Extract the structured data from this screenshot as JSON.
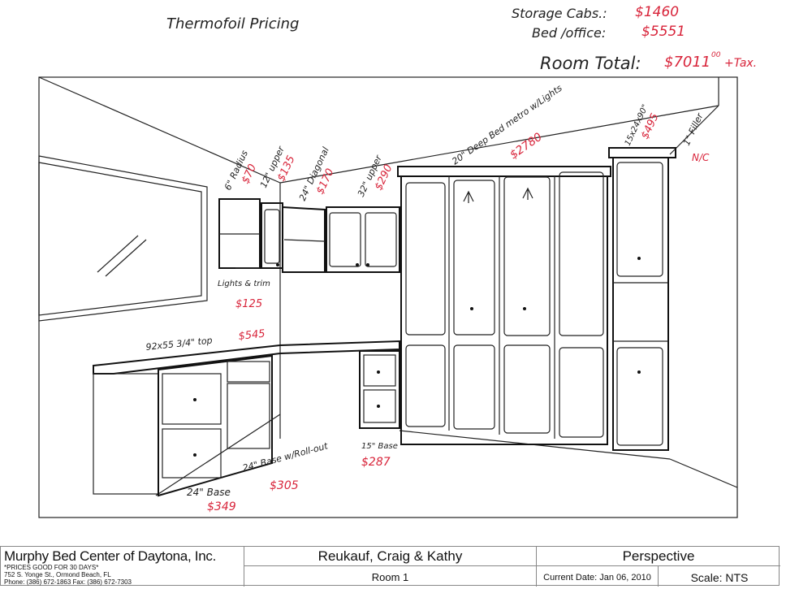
{
  "header": {
    "title": "Thermofoil Pricing",
    "storage_label": "Storage Cabs.:",
    "storage_price": "$1460",
    "bed_label": "Bed /office:",
    "bed_price": "$5551",
    "total_label": "Room Total:",
    "total_price": "$7011",
    "tax": "+Tax.",
    "cents": "00"
  },
  "annotations": [
    {
      "label": "6\" Radius",
      "price": "$70"
    },
    {
      "label": "12\" upper",
      "price": "$135"
    },
    {
      "label": "24\" Diagonal",
      "price": "$170"
    },
    {
      "label": "32\" upper",
      "price": "$290"
    },
    {
      "label": "20\" Deep Bed metro w/Lights",
      "price": "$2780"
    },
    {
      "label": "15x24x90\"",
      "price": "$495"
    },
    {
      "label": "1\" Filler",
      "price": "N/C"
    },
    {
      "label": "Lights & trim",
      "price": "$125"
    },
    {
      "label": "92x55 3/4\" top",
      "price": "$545"
    },
    {
      "label": "24\" Base w/Roll-out",
      "price": "$305"
    },
    {
      "label": "24\" Base",
      "price": "$349"
    },
    {
      "label": "15\" Base",
      "price": "$287"
    }
  ],
  "title_block": {
    "company": "Murphy Bed Center of Daytona, Inc.",
    "notice": "*PRICES GOOD FOR 30 DAYS*",
    "address": "752 S. Yonge St., Ormond Beach, FL",
    "phone": "Phone: (386) 672-1863 Fax: (386) 672-7303",
    "client": "Reukauf, Craig & Kathy",
    "room": "Room 1",
    "view": "Perspective",
    "date": "Current Date: Jan 06, 2010",
    "scale": "Scale: NTS"
  }
}
